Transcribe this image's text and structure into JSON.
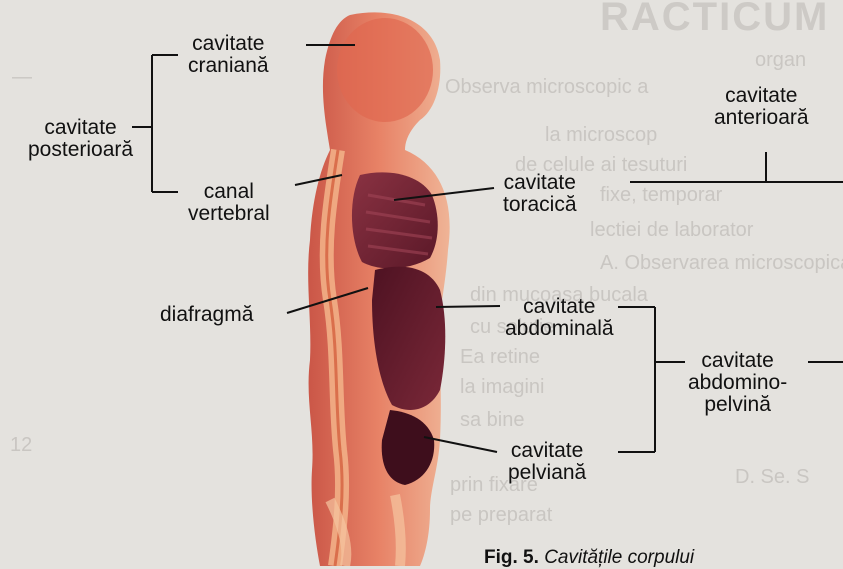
{
  "background": {
    "title": "RACTICUM",
    "lines": [
      "Observa microscopic a",
      "la microscop",
      "de celule ai tesuturi",
      "fixe, temporar",
      "lectiei de laborator",
      "A. Observarea microscopica",
      "din mucoasa bucala",
      "cu solutie",
      "Ea retine",
      "la imagini",
      "sa bine",
      "prin fixare",
      "pe preparat",
      "organ",
      "12",
      "D. Se. S"
    ]
  },
  "labels": {
    "cavitate_craniana": [
      "cavitate",
      "craniană"
    ],
    "canal_vertebral": [
      "canal",
      "vertebral"
    ],
    "cavitate_posterioara": [
      "cavitate",
      "posterioară"
    ],
    "cavitate_anterioara": [
      "cavitate",
      "anterioară"
    ],
    "cavitate_toracica": [
      "cavitate",
      "toracică"
    ],
    "diafragma": "diafragmă",
    "cavitate_abdominala": [
      "cavitate",
      "abdominală"
    ],
    "cavitate_abdomino_pelvina": [
      "cavitate",
      "abdomino-",
      "pelvină"
    ],
    "cavitate_pelviana": [
      "cavitate",
      "pelviană"
    ]
  },
  "caption": {
    "number": "Fig. 5.",
    "text": "Cavitățile corpului"
  },
  "colors": {
    "body": "#e87a5c",
    "body_dark": "#c84a3a",
    "thorax": "#7a2838",
    "abdomen": "#5e1a2a",
    "spine": "#f0a878",
    "lines": "#111111"
  }
}
